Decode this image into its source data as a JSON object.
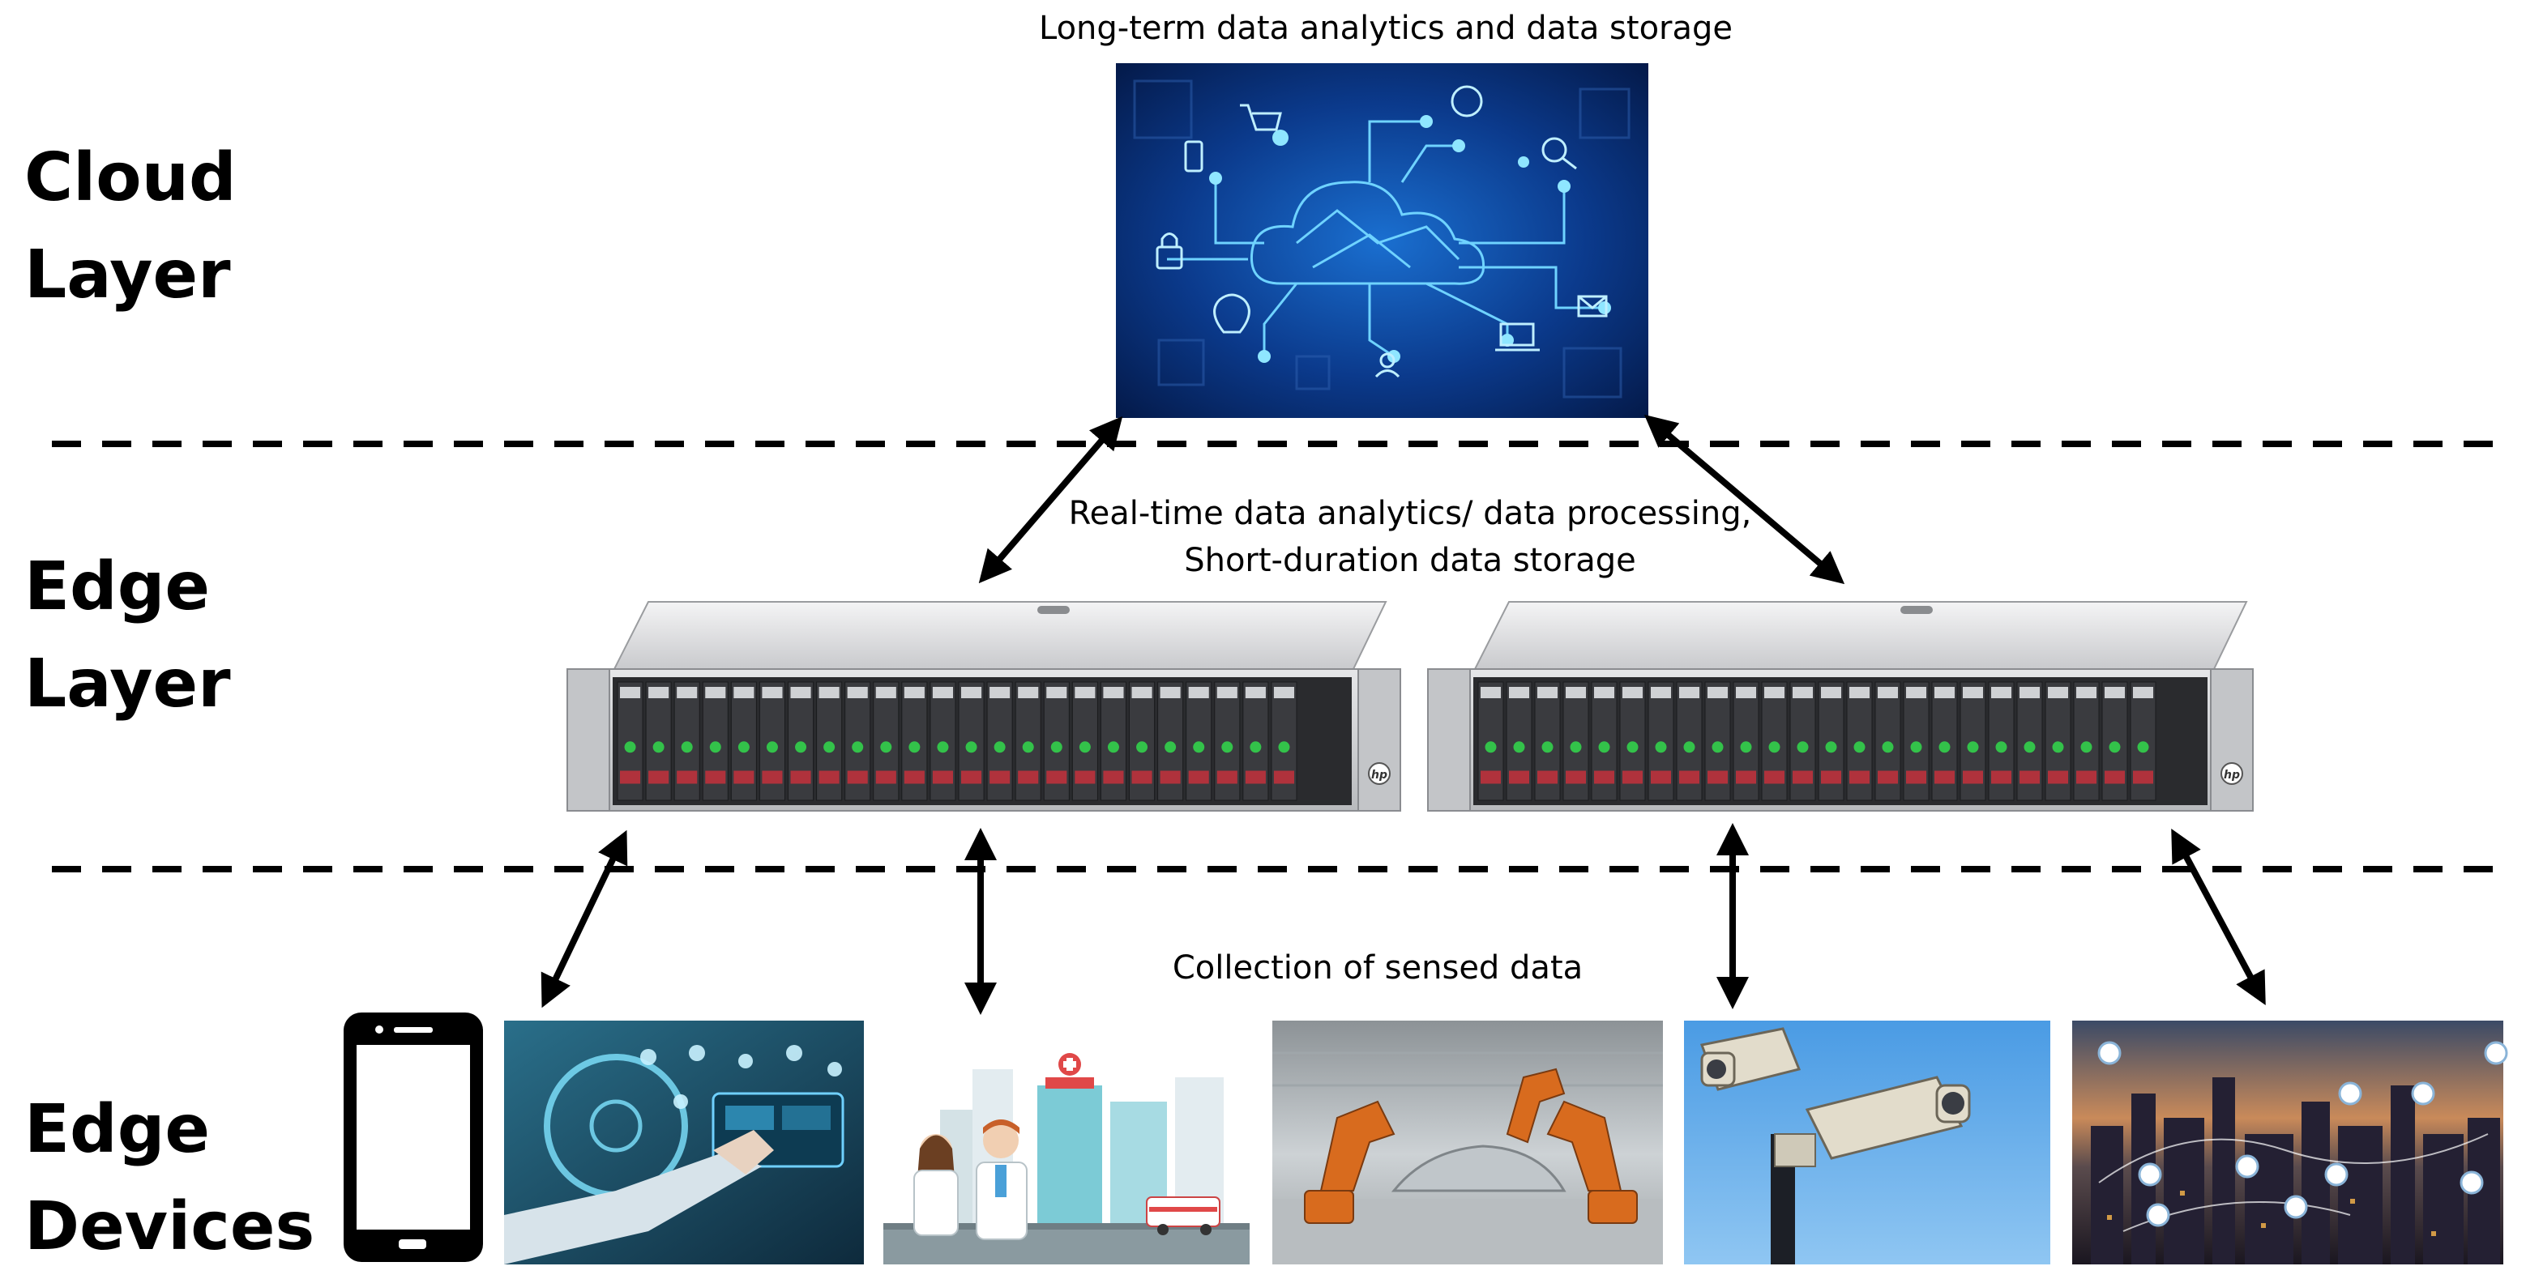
{
  "layers": {
    "cloud": {
      "line1": "Cloud",
      "line2": "Layer"
    },
    "edge": {
      "line1": "Edge",
      "line2": "Layer"
    },
    "devices": {
      "line1": "Edge",
      "line2": "Devices"
    }
  },
  "captions": {
    "cloud": "Long-term data analytics and data storage",
    "edge_line1": "Real-time data analytics/ data processing,",
    "edge_line2": "Short-duration data storage",
    "devices": "Collection of sensed data"
  },
  "server_brand": "hp",
  "colors": {
    "cloud_bg": "#0a2a6e",
    "cloud_glow": "#35c8ff",
    "server_body": "#d9dadc",
    "drive_led_green": "#33c24a",
    "drive_tag_red": "#b0323c",
    "sky_blue": "#5aa8e8"
  }
}
